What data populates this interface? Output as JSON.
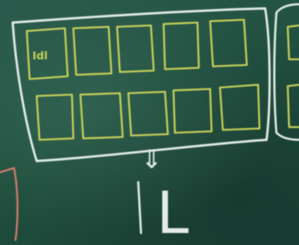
{
  "scene": {
    "description_tokens": [
      "chalkboard"
    ],
    "colors": {
      "board": "#1f4a3d",
      "chalk_white": "#e3ece6",
      "chalk_yellow": "#c9d25a",
      "chalk_red": "#d77a6c"
    }
  },
  "grid": {
    "first_cell_label": "Idl"
  },
  "below": {
    "arrow_glyph": "⇓",
    "symbol_glyph": "L"
  }
}
